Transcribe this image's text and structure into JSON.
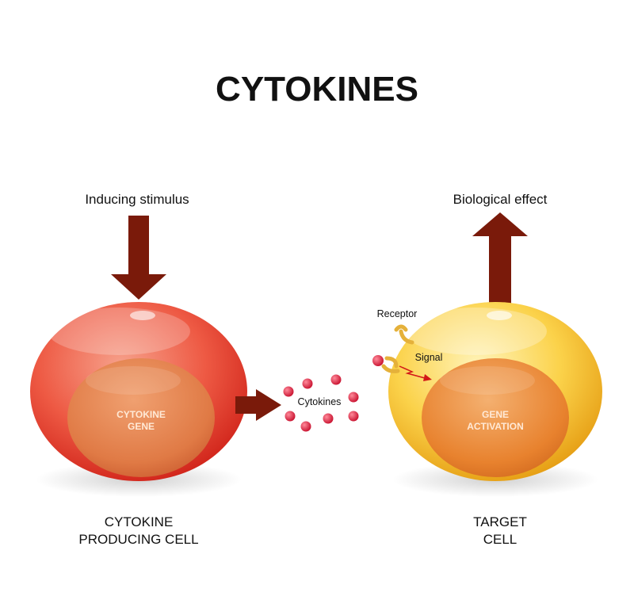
{
  "title": "CYTOKINES",
  "stimulus_label": "Inducing stimulus",
  "effect_label": "Biological effect",
  "cytokines_label": "Cytokines",
  "receptor_label": "Receptor",
  "signal_label": "Signal",
  "producing_cell": {
    "nucleus_line1": "CYTOKINE",
    "nucleus_line2": "GENE",
    "caption_line1": "CYTOKINE",
    "caption_line2": "PRODUCING CELL"
  },
  "target_cell": {
    "nucleus_line1": "GENE",
    "nucleus_line2": "ACTIVATION",
    "caption_line1": "TARGET",
    "caption_line2": "CELL"
  },
  "colors": {
    "arrow": "#7a1a0a",
    "producing_cell": "#e8352a",
    "producing_nucleus": "#e07a45",
    "target_cell": "#f5b515",
    "target_nucleus": "#e8822e",
    "cytokine_dot": "#e01c3a",
    "receptor": "#e5b13a",
    "signal": "#d21818"
  }
}
